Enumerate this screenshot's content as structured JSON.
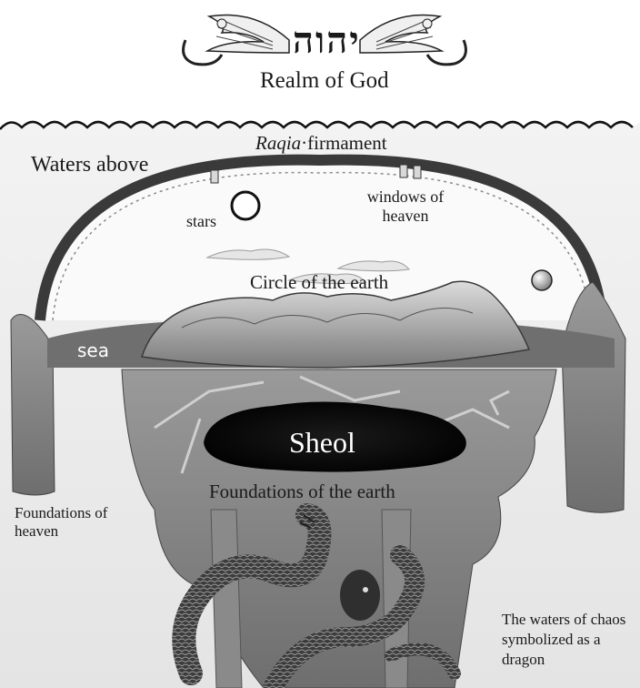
{
  "header": {
    "divine_name": "יהוה",
    "realm_label": "Realm of God"
  },
  "labels": {
    "raqia_italic": "Raqia",
    "raqia_rest": "·firmament",
    "waters_above": "Waters above",
    "windows_of_heaven": "windows of heaven",
    "stars": "stars",
    "circle_of_earth": "Circle of the earth",
    "sea": "sea",
    "sheol": "Sheol",
    "foundations_of_earth": "Foundations of the earth",
    "foundations_of_heaven": "Foundations of heaven",
    "waters_of_chaos": "The waters of chaos symbolized as a dragon"
  },
  "colors": {
    "sky": "#ececec",
    "firmament": "#3a3a3a",
    "sea": "#6f6f6f",
    "rock": "#8a8a8a",
    "sheol": "#0d0d0d"
  },
  "icons": [
    "winged-serpent-icon",
    "dragon-icon"
  ]
}
